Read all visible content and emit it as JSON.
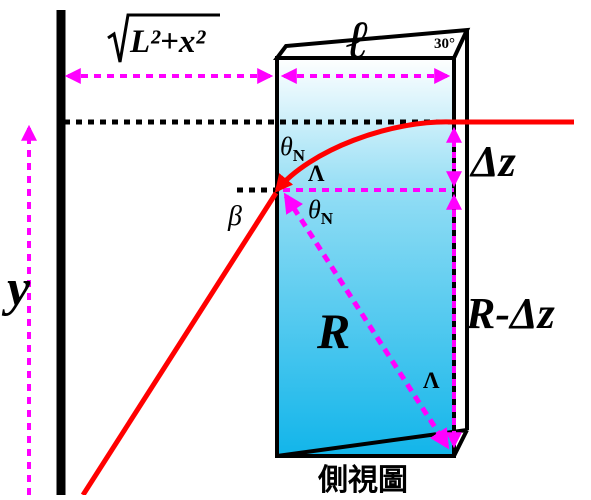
{
  "labels": {
    "distance_radicand": "L²+x²",
    "length": "ℓ",
    "angle_30": "30°",
    "theta": "θ",
    "theta_sub": "N",
    "lambda": "Λ",
    "beta": "β",
    "y": "y",
    "R": "R",
    "delta_z": "Δz",
    "R_minus_delta_z": "R-Δz",
    "caption": "側視圖"
  },
  "colors": {
    "ray": "#ff0000",
    "guide": "#ff00ff",
    "frame": "#000000",
    "water_top": "#ffffff",
    "water_bottom": "#12b5ea"
  }
}
